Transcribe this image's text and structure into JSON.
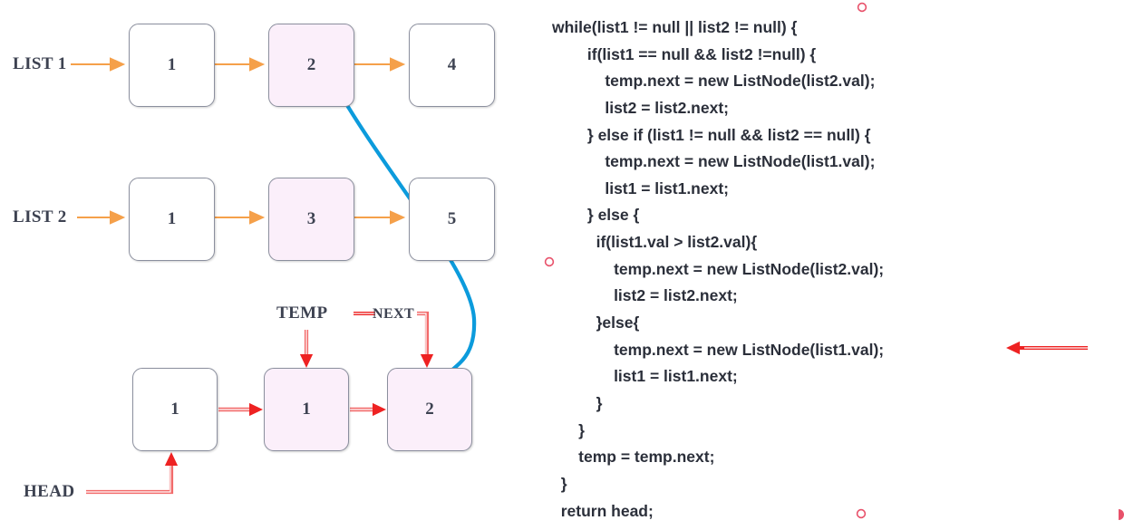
{
  "colors": {
    "orange_arrow": "#f5a04a",
    "red_arrow": "#ee2222",
    "red_arrow_soft": "#f26a6a",
    "blue_curve": "#0c9bdc",
    "node_border": "#8b8f9e",
    "node_highlight_fill": "#fbeffa",
    "text_dark": "#3d4251",
    "code_text": "#2b2f3a",
    "artifact_circle": "#e8516a"
  },
  "diagram": {
    "rows": [
      {
        "label": "LIST 1",
        "nodes": [
          {
            "value": "1",
            "highlighted": false
          },
          {
            "value": "2",
            "highlighted": true
          },
          {
            "value": "4",
            "highlighted": false
          }
        ]
      },
      {
        "label": "LIST 2",
        "nodes": [
          {
            "value": "1",
            "highlighted": false
          },
          {
            "value": "3",
            "highlighted": true
          },
          {
            "value": "5",
            "highlighted": false
          }
        ]
      },
      {
        "label": "",
        "nodes": [
          {
            "value": "1",
            "highlighted": false
          },
          {
            "value": "1",
            "highlighted": true
          },
          {
            "value": "2",
            "highlighted": true
          }
        ]
      }
    ],
    "pointers": {
      "temp": "TEMP",
      "next": "NEXT",
      "head": "HEAD"
    }
  },
  "code": {
    "lines": [
      "while(list1 != null || list2 != null) {",
      "        if(list1 == null && list2 !=null) {",
      "            temp.next = new ListNode(list2.val);",
      "            list2 = list2.next;",
      "        } else if (list1 != null && list2 == null) {",
      "            temp.next = new ListNode(list1.val);",
      "            list1 = list1.next;",
      "        } else {",
      "          if(list1.val > list2.val){",
      "              temp.next = new ListNode(list2.val);",
      "              list2 = list2.next;",
      "          }else{",
      "              temp.next = new ListNode(list1.val);",
      "              list1 = list1.next;",
      "          }",
      "      }",
      "      temp = temp.next;",
      "  }",
      "  return head;"
    ]
  }
}
